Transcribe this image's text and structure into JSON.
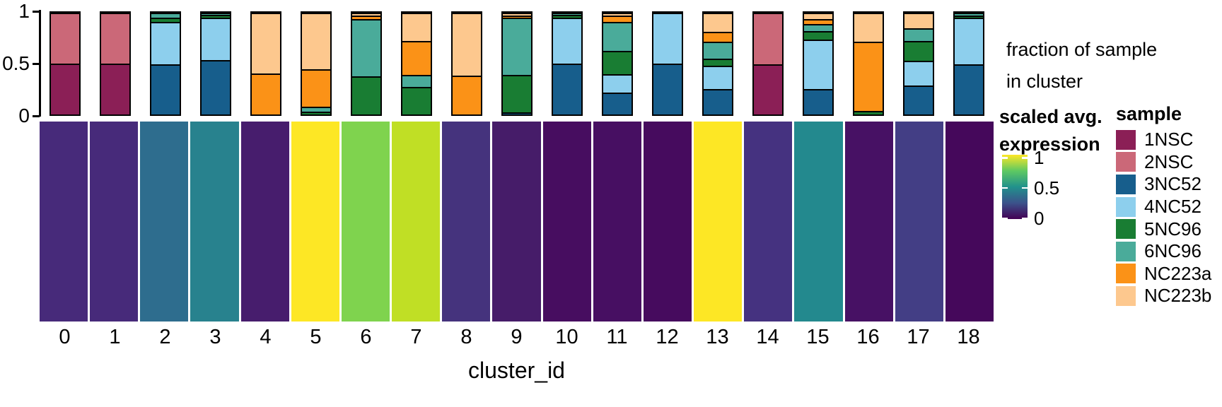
{
  "figure": {
    "right_label_line1": "fraction of sample",
    "right_label_line2": "in cluster"
  },
  "colorbar_legend": {
    "title_line1": "scaled avg.",
    "title_line2": "expression",
    "ticks": [
      {
        "label": "1",
        "value": 1
      },
      {
        "label": "0.5",
        "value": 0.5
      },
      {
        "label": "0",
        "value": 0
      }
    ],
    "gradient": [
      "#440154",
      "#3b528b",
      "#21918c",
      "#5ec962",
      "#fde725"
    ]
  },
  "sample_legend": {
    "title": "sample",
    "items": [
      {
        "label": "1NSC",
        "color": "#8b1f56"
      },
      {
        "label": "2NSC",
        "color": "#cb6878"
      },
      {
        "label": "3NC52",
        "color": "#175e8c"
      },
      {
        "label": "4NC52",
        "color": "#8dcfed"
      },
      {
        "label": "5NC96",
        "color": "#197d33"
      },
      {
        "label": "6NC96",
        "color": "#4aab9a"
      },
      {
        "label": "NC223a",
        "color": "#fb9217"
      },
      {
        "label": "NC223b",
        "color": "#fdc88e"
      }
    ]
  },
  "chart_data": [
    {
      "type": "bar",
      "stacked": true,
      "title": "fraction of sample in cluster",
      "xlabel": "cluster_id",
      "ylim": [
        0,
        1
      ],
      "yticks": [
        {
          "label": "1",
          "value": 1
        },
        {
          "label": "0.5",
          "value": 0.5
        },
        {
          "label": "0",
          "value": 0
        }
      ],
      "categories": [
        "0",
        "1",
        "2",
        "3",
        "4",
        "5",
        "6",
        "7",
        "8",
        "9",
        "10",
        "11",
        "12",
        "13",
        "14",
        "15",
        "16",
        "17",
        "18"
      ],
      "legend_position": "right",
      "sample_colors": {
        "1NSC": "#8b1f56",
        "2NSC": "#cb6878",
        "3NC52": "#175e8c",
        "4NC52": "#8dcfed",
        "5NC96": "#197d33",
        "6NC96": "#4aab9a",
        "NC223a": "#fb9217",
        "NC223b": "#fdc88e"
      },
      "bars": [
        {
          "cluster": "0",
          "segments": [
            {
              "sample": "1NSC",
              "fraction": 0.5
            },
            {
              "sample": "2NSC",
              "fraction": 0.5
            }
          ]
        },
        {
          "cluster": "1",
          "segments": [
            {
              "sample": "1NSC",
              "fraction": 0.5
            },
            {
              "sample": "2NSC",
              "fraction": 0.5
            }
          ]
        },
        {
          "cluster": "2",
          "segments": [
            {
              "sample": "3NC52",
              "fraction": 0.51
            },
            {
              "sample": "4NC52",
              "fraction": 0.425
            },
            {
              "sample": "5NC96",
              "fraction": 0.025
            },
            {
              "sample": "6NC96",
              "fraction": 0.04
            }
          ]
        },
        {
          "cluster": "3",
          "segments": [
            {
              "sample": "3NC52",
              "fraction": 0.55
            },
            {
              "sample": "4NC52",
              "fraction": 0.43
            },
            {
              "sample": "5NC96",
              "fraction": 0.01
            },
            {
              "sample": "6NC96",
              "fraction": 0.01
            }
          ]
        },
        {
          "cluster": "4",
          "segments": [
            {
              "sample": "NC223a",
              "fraction": 0.4
            },
            {
              "sample": "NC223b",
              "fraction": 0.6
            }
          ]
        },
        {
          "cluster": "5",
          "segments": [
            {
              "sample": "5NC96",
              "fraction": 0.015
            },
            {
              "sample": "6NC96",
              "fraction": 0.035
            },
            {
              "sample": "NC223a",
              "fraction": 0.38
            },
            {
              "sample": "NC223b",
              "fraction": 0.57
            }
          ]
        },
        {
          "cluster": "6",
          "segments": [
            {
              "sample": "5NC96",
              "fraction": 0.385
            },
            {
              "sample": "6NC96",
              "fraction": 0.575
            },
            {
              "sample": "NC223a",
              "fraction": 0.025
            },
            {
              "sample": "NC223b",
              "fraction": 0.015
            }
          ]
        },
        {
          "cluster": "7",
          "segments": [
            {
              "sample": "5NC96",
              "fraction": 0.27
            },
            {
              "sample": "6NC96",
              "fraction": 0.11
            },
            {
              "sample": "NC223a",
              "fraction": 0.34
            },
            {
              "sample": "NC223b",
              "fraction": 0.28
            }
          ]
        },
        {
          "cluster": "8",
          "segments": [
            {
              "sample": "NC223a",
              "fraction": 0.38
            },
            {
              "sample": "NC223b",
              "fraction": 0.62
            }
          ]
        },
        {
          "cluster": "9",
          "segments": [
            {
              "sample": "3NC52",
              "fraction": 0.01
            },
            {
              "sample": "5NC96",
              "fraction": 0.375
            },
            {
              "sample": "6NC96",
              "fraction": 0.58
            },
            {
              "sample": "NC223a",
              "fraction": 0.012
            },
            {
              "sample": "NC223b",
              "fraction": 0.013
            }
          ]
        },
        {
          "cluster": "10",
          "segments": [
            {
              "sample": "3NC52",
              "fraction": 0.515
            },
            {
              "sample": "4NC52",
              "fraction": 0.465
            },
            {
              "sample": "5NC96",
              "fraction": 0.01
            },
            {
              "sample": "6NC96",
              "fraction": 0.01
            }
          ]
        },
        {
          "cluster": "11",
          "segments": [
            {
              "sample": "3NC52",
              "fraction": 0.22
            },
            {
              "sample": "4NC52",
              "fraction": 0.18
            },
            {
              "sample": "5NC96",
              "fraction": 0.24
            },
            {
              "sample": "6NC96",
              "fraction": 0.29
            },
            {
              "sample": "NC223a",
              "fraction": 0.055
            },
            {
              "sample": "NC223b",
              "fraction": 0.015
            }
          ]
        },
        {
          "cluster": "12",
          "segments": [
            {
              "sample": "3NC52",
              "fraction": 0.5
            },
            {
              "sample": "4NC52",
              "fraction": 0.5
            }
          ]
        },
        {
          "cluster": "13",
          "segments": [
            {
              "sample": "3NC52",
              "fraction": 0.26
            },
            {
              "sample": "4NC52",
              "fraction": 0.23
            },
            {
              "sample": "5NC96",
              "fraction": 0.06
            },
            {
              "sample": "6NC96",
              "fraction": 0.17
            },
            {
              "sample": "NC223a",
              "fraction": 0.09
            },
            {
              "sample": "NC223b",
              "fraction": 0.19
            }
          ]
        },
        {
          "cluster": "14",
          "segments": [
            {
              "sample": "1NSC",
              "fraction": 0.49
            },
            {
              "sample": "2NSC",
              "fraction": 0.51
            }
          ]
        },
        {
          "cluster": "15",
          "segments": [
            {
              "sample": "3NC52",
              "fraction": 0.26
            },
            {
              "sample": "4NC52",
              "fraction": 0.51
            },
            {
              "sample": "5NC96",
              "fraction": 0.08
            },
            {
              "sample": "6NC96",
              "fraction": 0.06
            },
            {
              "sample": "NC223a",
              "fraction": 0.04
            },
            {
              "sample": "NC223b",
              "fraction": 0.05
            }
          ]
        },
        {
          "cluster": "16",
          "segments": [
            {
              "sample": "5NC96",
              "fraction": 0.02
            },
            {
              "sample": "NC223a",
              "fraction": 0.7
            },
            {
              "sample": "NC223b",
              "fraction": 0.28
            }
          ]
        },
        {
          "cluster": "17",
          "segments": [
            {
              "sample": "3NC52",
              "fraction": 0.29
            },
            {
              "sample": "4NC52",
              "fraction": 0.25
            },
            {
              "sample": "5NC96",
              "fraction": 0.19
            },
            {
              "sample": "6NC96",
              "fraction": 0.12
            },
            {
              "sample": "NC223b",
              "fraction": 0.15
            }
          ]
        },
        {
          "cluster": "18",
          "segments": [
            {
              "sample": "3NC52",
              "fraction": 0.51
            },
            {
              "sample": "4NC52",
              "fraction": 0.465
            },
            {
              "sample": "5NC96",
              "fraction": 0.01
            },
            {
              "sample": "6NC96",
              "fraction": 0.015
            }
          ]
        }
      ]
    },
    {
      "type": "heatmap",
      "title": "scaled avg. expression",
      "categories": [
        "0",
        "1",
        "2",
        "3",
        "4",
        "5",
        "6",
        "7",
        "8",
        "9",
        "10",
        "11",
        "12",
        "13",
        "14",
        "15",
        "16",
        "17",
        "18"
      ],
      "values": [
        0.1,
        0.1,
        0.42,
        0.52,
        0.07,
        1.0,
        0.85,
        0.93,
        0.13,
        0.08,
        0.03,
        0.035,
        0.025,
        1.0,
        0.125,
        0.55,
        0.04,
        0.16,
        0.01
      ],
      "colors": [
        "#472a7a",
        "#472a7a",
        "#2e6d8e",
        "#28828e",
        "#471d6d",
        "#fde725",
        "#7fd34e",
        "#c0df25",
        "#45337d",
        "#461c69",
        "#470d60",
        "#470f62",
        "#460b5e",
        "#fde725",
        "#453280",
        "#23898e",
        "#471164",
        "#433e85",
        "#45085b"
      ],
      "colorscale": "viridis",
      "ylim": [
        0,
        1
      ]
    }
  ]
}
